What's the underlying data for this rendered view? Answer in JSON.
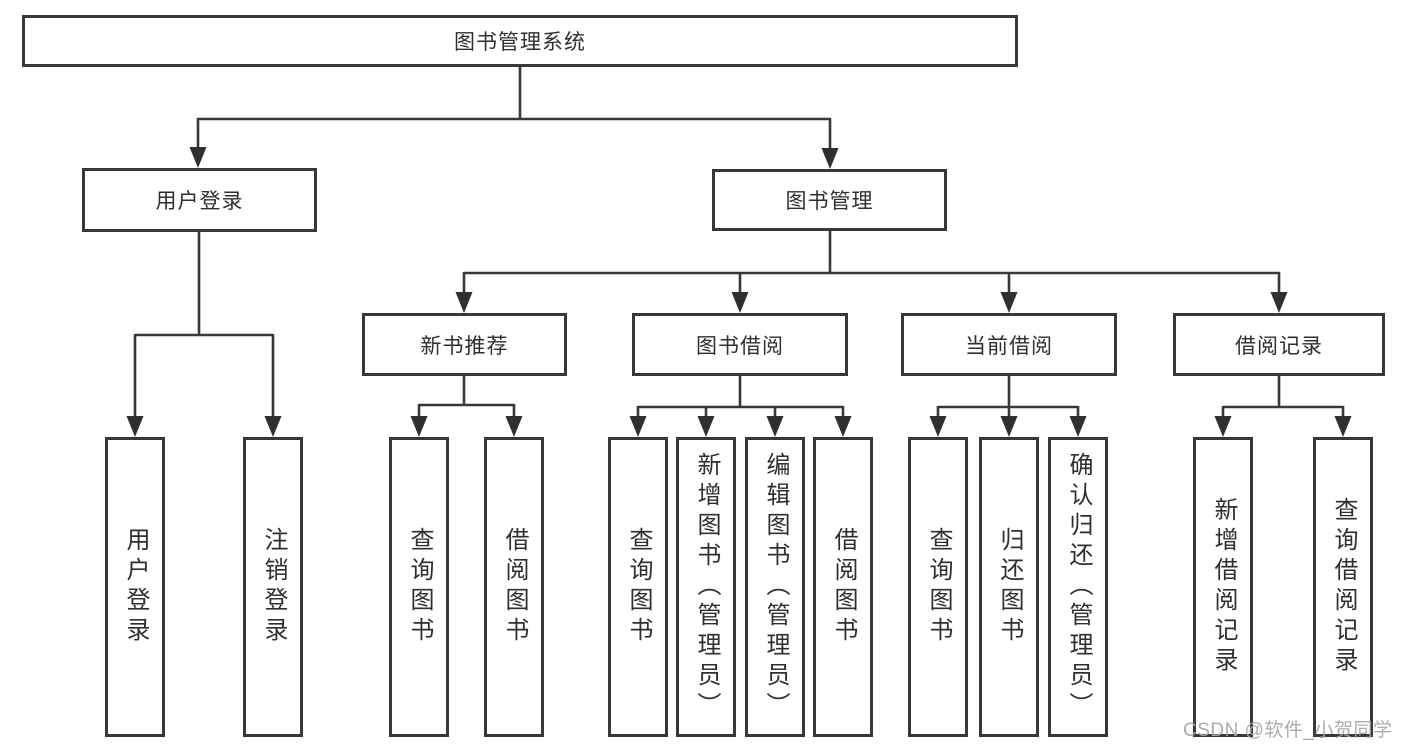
{
  "tree": {
    "root": {
      "label": "图书管理系统",
      "children": [
        {
          "label": "用户登录",
          "children": [
            {
              "label": "用户登录"
            },
            {
              "label": "注销登录"
            }
          ]
        },
        {
          "label": "图书管理",
          "children": [
            {
              "label": "新书推荐",
              "children": [
                {
                  "label": "查询图书"
                },
                {
                  "label": "借阅图书"
                }
              ]
            },
            {
              "label": "图书借阅",
              "children": [
                {
                  "label": "查询图书"
                },
                {
                  "label": "新增图书（管理员）"
                },
                {
                  "label": "编辑图书（管理员）"
                },
                {
                  "label": "借阅图书"
                }
              ]
            },
            {
              "label": "当前借阅",
              "children": [
                {
                  "label": "查询图书"
                },
                {
                  "label": "归还图书"
                },
                {
                  "label": "确认归还（管理员）"
                }
              ]
            },
            {
              "label": "借阅记录",
              "children": [
                {
                  "label": "新增借阅记录"
                },
                {
                  "label": "查询借阅记录"
                }
              ]
            }
          ]
        }
      ]
    }
  },
  "watermark": "CSDN @软件_小贺同学",
  "colors": {
    "line": "#383838",
    "box_border": "#383838",
    "text": "#2f2f2f",
    "watermark": "#a8a8aa",
    "background": "#ffffff"
  }
}
